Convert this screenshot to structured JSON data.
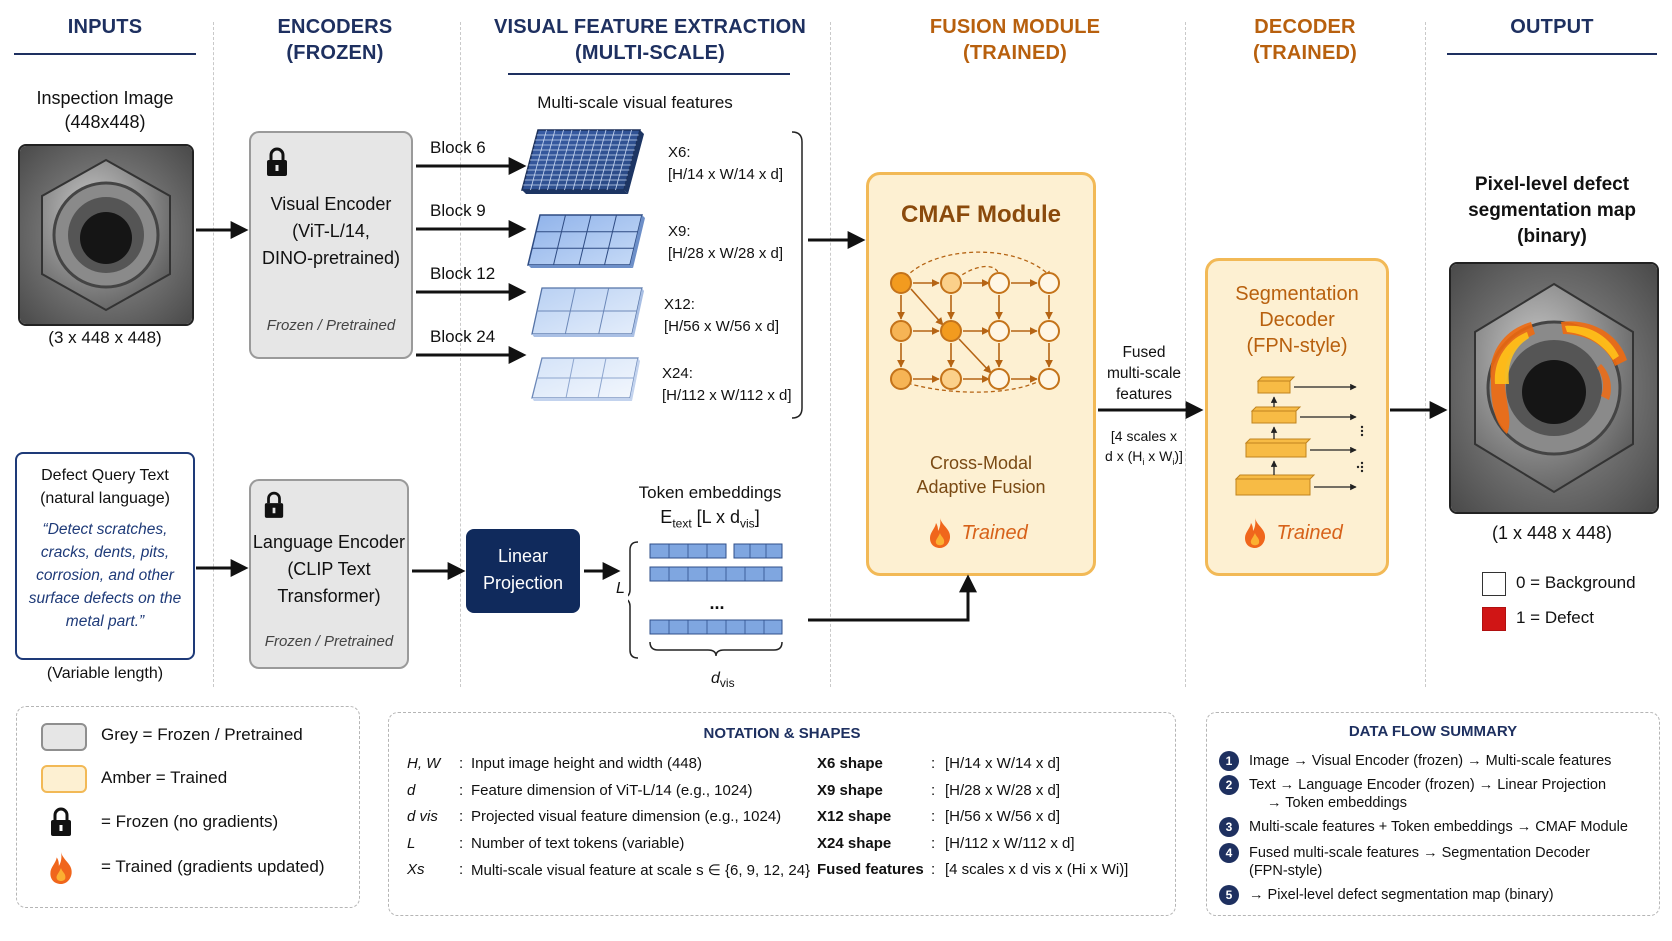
{
  "headers": {
    "inputs": "INPUTS",
    "encoders": "ENCODERS\n(FROZEN)",
    "encoders_l1": "ENCODERS",
    "encoders_l2": "(FROZEN)",
    "visual_l1": "VISUAL FEATURE EXTRACTION",
    "visual_l2": "(MULTI-SCALE)",
    "fusion_l1": "FUSION MODULE",
    "fusion_l2": "(TRAINED)",
    "decoder_l1": "DECODER",
    "decoder_l2": "(TRAINED)",
    "output": "OUTPUT"
  },
  "inputs": {
    "image_title_l1": "Inspection Image",
    "image_title_l2": "(448x448)",
    "image_shape": "(3 x 448 x 448)",
    "query_title_l1": "Defect Query Text",
    "query_title_l2": "(natural language)",
    "query_text": "“Detect scratches, cracks, dents, pits, corrosion, and other surface defects on the metal part.”",
    "query_length": "(Variable length)"
  },
  "visual_encoder": {
    "l1": "Visual Encoder",
    "l2": "(ViT-L/14,",
    "l3": "DINO-pretrained)",
    "status": "Frozen / Pretrained",
    "icon": "lock-icon"
  },
  "language_encoder": {
    "l1": "Language Encoder",
    "l2": "(CLIP Text",
    "l3": "Transformer)",
    "status": "Frozen / Pretrained",
    "icon": "lock-icon"
  },
  "linear_projection": {
    "l1": "Linear",
    "l2": "Projection"
  },
  "multiscale": {
    "title": "Multi-scale visual features",
    "blocks": [
      {
        "label": "Block 6",
        "name": "X6:",
        "shape": "[H/14 x W/14 x d]"
      },
      {
        "label": "Block 9",
        "name": "X9:",
        "shape": "[H/28 x W/28 x d]"
      },
      {
        "label": "Block 12",
        "name": "X12:",
        "shape": "[H/56 x W/56 x d]"
      },
      {
        "label": "Block 24",
        "name": "X24:",
        "shape": "[H/112 x W/112 x d]"
      }
    ]
  },
  "tokens": {
    "title": "Token embeddings",
    "formula": "E",
    "formula_sub": "text",
    "formula_rest": " [L x d",
    "formula_sub2": "vis",
    "formula_end": "]",
    "L": "L",
    "dots": "...",
    "dvis": "d",
    "dvis_sub": "vis"
  },
  "cmaf": {
    "title": "CMAF Module",
    "sub_l1": "Cross-Modal",
    "sub_l2": "Adaptive Fusion",
    "trained": "Trained",
    "icon": "flame-icon"
  },
  "fused": {
    "l1": "Fused",
    "l2": "multi-scale",
    "l3": "features",
    "shape_l1": "[4 scales x",
    "shape_l2": "d x (H",
    "shape_l2_sub": "i",
    "shape_l2_mid": " x W",
    "shape_l2_sub2": "i",
    "shape_l2_end": ")]"
  },
  "decoder": {
    "l1": "Segmentation",
    "l2": "Decoder",
    "l3": "(FPN-style)",
    "trained": "Trained"
  },
  "output": {
    "title_l1": "Pixel-level defect",
    "title_l2": "segmentation map",
    "title_l3": "(binary)",
    "shape": "(1 x 448 x 448)",
    "legend": [
      {
        "value": "0 = Background",
        "color": "#ffffff"
      },
      {
        "value": "1 = Defect",
        "color": "#d01515"
      }
    ]
  },
  "legend_box": {
    "items": [
      {
        "text": "Grey = Frozen / Pretrained"
      },
      {
        "text": "Amber = Trained"
      },
      {
        "text": "= Frozen (no gradients)"
      },
      {
        "text": "= Trained (gradients updated)"
      }
    ]
  },
  "notation": {
    "title": "NOTATION & SHAPES",
    "left": [
      {
        "sym": "H, W",
        "desc": "Input image height and width (448)"
      },
      {
        "sym": "d",
        "desc": "Feature dimension of ViT-L/14 (e.g., 1024)"
      },
      {
        "sym": "d vis",
        "desc": "Projected visual feature dimension (e.g., 1024)"
      },
      {
        "sym": "L",
        "desc": "Number of text tokens (variable)"
      },
      {
        "sym": "Xs",
        "desc": "Multi-scale visual feature at scale s ∈ {6, 9, 12, 24}"
      }
    ],
    "right": [
      {
        "sym": "X6 shape",
        "desc": "[H/14 x W/14 x d]"
      },
      {
        "sym": "X9 shape",
        "desc": "[H/28 x W/28 x d]"
      },
      {
        "sym": "X12 shape",
        "desc": "[H/56 x W/56 x d]"
      },
      {
        "sym": "X24 shape",
        "desc": "[H/112 x W/112 x d]"
      },
      {
        "sym": "Fused features",
        "desc": "[4 scales x d vis x (Hi x Wi)]"
      }
    ]
  },
  "dataflow": {
    "title": "DATA FLOW SUMMARY",
    "steps": [
      {
        "n": "1",
        "l1": "Image → Visual Encoder (frozen) → Multi-scale features",
        "l2": ""
      },
      {
        "n": "2",
        "l1": "Text → Language Encoder (frozen) → Linear Projection",
        "l2": "→ Token embeddings"
      },
      {
        "n": "3",
        "l1": "Multi-scale features + Token embeddings → CMAF Module",
        "l2": ""
      },
      {
        "n": "4",
        "l1": "Fused multi-scale features → Segmentation Decoder",
        "l2": "(FPN-style)"
      },
      {
        "n": "5",
        "l1": "→ Pixel-level defect segmentation map (binary)",
        "l2": ""
      }
    ]
  },
  "colors": {
    "navy": "#1e3060",
    "amber": "#b8600e",
    "frozen_grey": "#e6e6e6",
    "trained_amber": "#fdf0d2",
    "defect_red": "#d01515"
  }
}
